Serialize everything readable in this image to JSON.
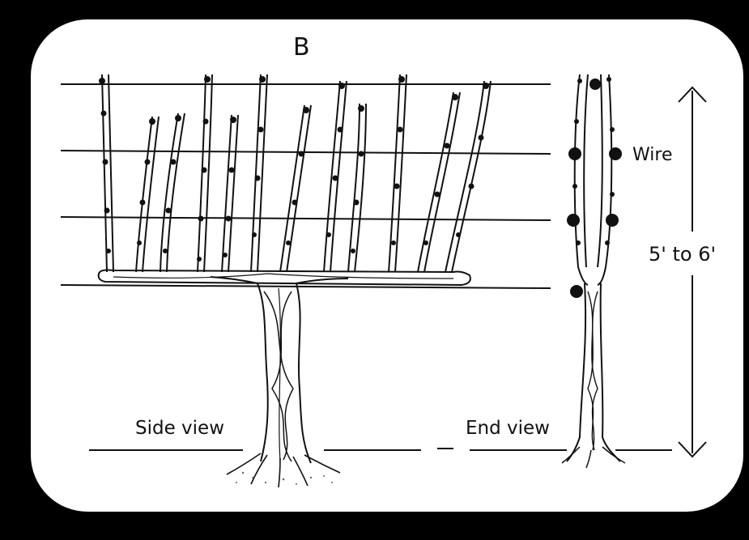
{
  "figure": {
    "panel_label": "B",
    "labels": {
      "wire": "Wire",
      "height": "5' to 6'",
      "side_view": "Side view",
      "end_view": "End view"
    }
  },
  "colors": {
    "background": "#000000",
    "panel": "#ffffff",
    "ink": "#111111"
  }
}
